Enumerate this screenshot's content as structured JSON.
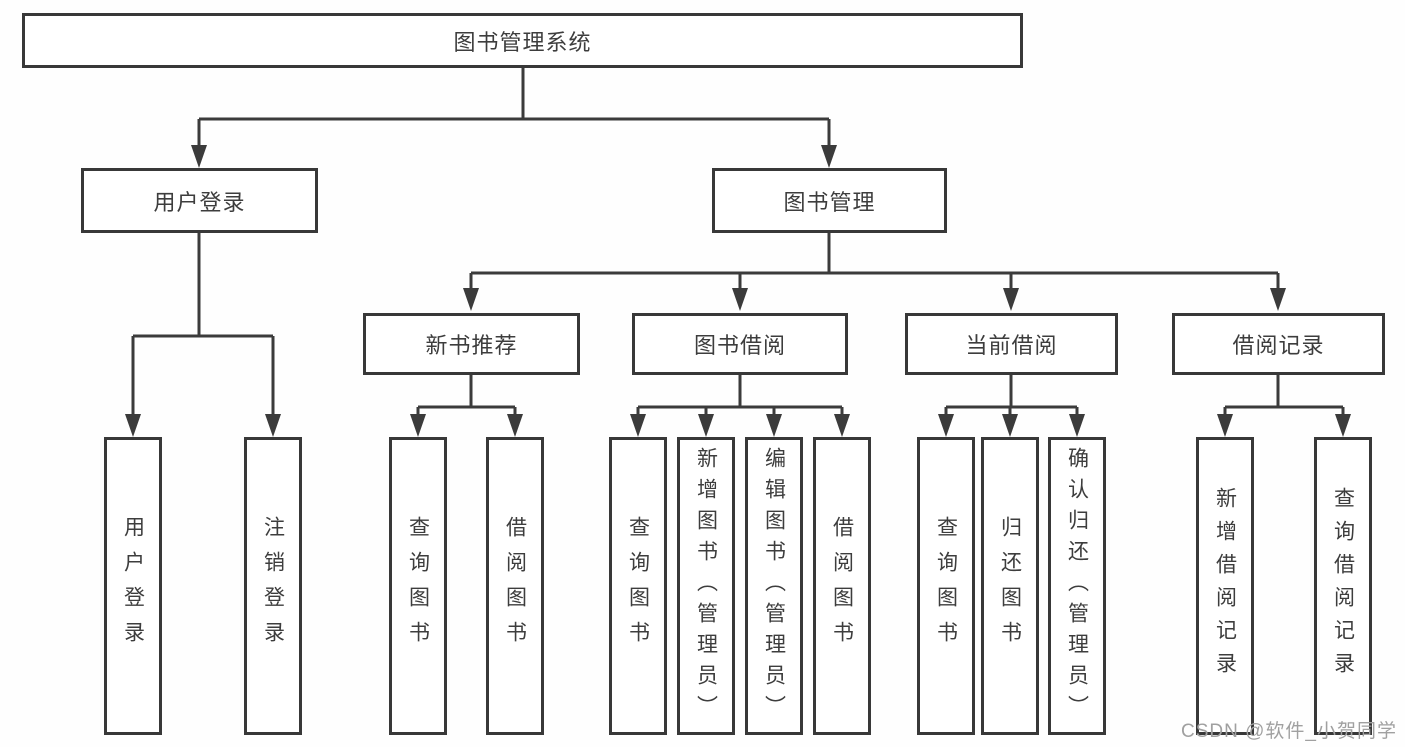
{
  "tree": {
    "label": "图书管理系统",
    "children": [
      {
        "label": "用户登录",
        "children": [
          {
            "label": "用户登录"
          },
          {
            "label": "注销登录"
          }
        ]
      },
      {
        "label": "图书管理",
        "children": [
          {
            "label": "新书推荐",
            "children": [
              {
                "label": "查询图书"
              },
              {
                "label": "借阅图书"
              }
            ]
          },
          {
            "label": "图书借阅",
            "children": [
              {
                "label": "查询图书"
              },
              {
                "label": "新增图书（管理员）"
              },
              {
                "label": "编辑图书（管理员）"
              },
              {
                "label": "借阅图书"
              }
            ]
          },
          {
            "label": "当前借阅",
            "children": [
              {
                "label": "查询图书"
              },
              {
                "label": "归还图书"
              },
              {
                "label": "确认归还（管理员）"
              }
            ]
          },
          {
            "label": "借阅记录",
            "children": [
              {
                "label": "新增借阅记录"
              },
              {
                "label": "查询借阅记录"
              }
            ]
          }
        ]
      }
    ]
  },
  "watermark": "CSDN @软件_小贺同学",
  "colors": {
    "line": "#3b3b3b",
    "box_border": "#383838",
    "text": "#3d3d3d",
    "watermark": "#a0a0a0",
    "background": "#fefefe"
  }
}
